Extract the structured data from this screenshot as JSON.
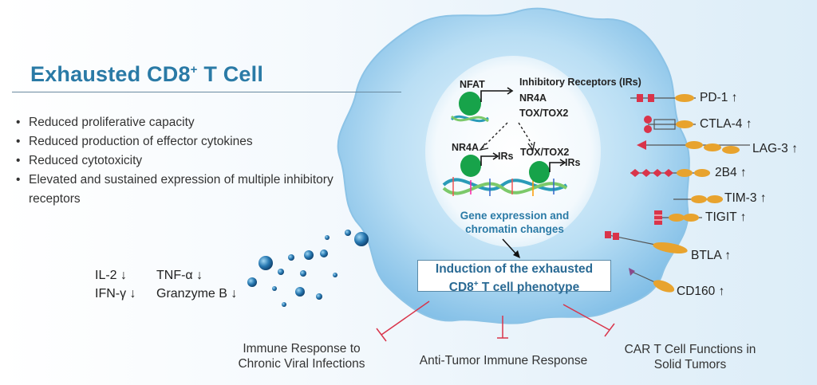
{
  "title": "Exhausted CD8",
  "title_sup": "+",
  "title_tail": " T Cell",
  "features": [
    "Reduced proliferative capacity",
    "Reduced production of effector cytokines",
    "Reduced cytotoxicity",
    "Elevated and sustained expression of multiple inhibitory receptors"
  ],
  "cytokines": {
    "il2": "IL-2 ↓",
    "tnfa": "TNF-α ↓",
    "ifng": "IFN-γ ↓",
    "granzyme": "Granzyme B ↓"
  },
  "nucleus": {
    "nfat": "NFAT",
    "ir_header": "Inhibitory Receptors (IRs)",
    "nr4a_top": "NR4A",
    "tox_top": "TOX/TOX2",
    "nr4a": "NR4A",
    "tox": "TOX/TOX2",
    "irs_1": "IRs",
    "irs_2": "IRs",
    "gene_note_1": "Gene expression and",
    "gene_note_2": "chromatin changes"
  },
  "phenotype": {
    "line1": "Induction of the exhausted",
    "line2_a": "CD8",
    "line2_sup": "+",
    "line2_b": " T cell phenotype"
  },
  "receptors": [
    "PD-1 ↑",
    "CTLA-4 ↑",
    "LAG-3 ↑",
    "2B4 ↑",
    "TIM-3 ↑",
    "TIGIT ↑",
    "BTLA ↑",
    "CD160 ↑"
  ],
  "outcomes": {
    "viral_1": "Immune Response to",
    "viral_2": "Chronic Viral Infections",
    "tumor": "Anti-Tumor Immune Response",
    "car_1": "CAR T Cell Functions in",
    "car_2": "Solid Tumors"
  },
  "colors": {
    "title": "#2a7aa6",
    "cell": "#9fd0ee",
    "receptor_orange": "#e8a32e",
    "receptor_red": "#d9344a",
    "nucleus_factor": "#17a34a",
    "inhibition": "#d9344a"
  }
}
